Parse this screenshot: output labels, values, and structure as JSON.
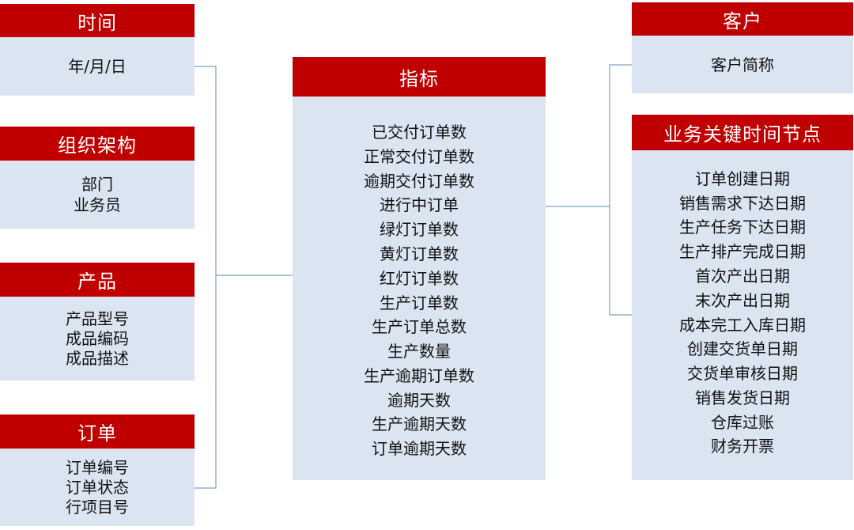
{
  "left_groups": [
    {
      "title": "时间",
      "items": [
        "年/月/日"
      ]
    },
    {
      "title": "组织架构",
      "items": [
        "部门",
        "业务员"
      ]
    },
    {
      "title": "产品",
      "items": [
        "产品型号",
        "成品编码",
        "成品描述"
      ]
    },
    {
      "title": "订单",
      "items": [
        "订单编号",
        "订单状态",
        "行项目号"
      ]
    }
  ],
  "center": {
    "title": "指标",
    "items": [
      "已交付订单数",
      "正常交付订单数",
      "逾期交付订单数",
      "进行中订单",
      "绿灯订单数",
      "黄灯订单数",
      "红灯订单数",
      "生产订单数",
      "生产订单总数",
      "生产数量",
      "生产逾期订单数",
      "逾期天数",
      "生产逾期天数",
      "订单逾期天数"
    ]
  },
  "right_groups": [
    {
      "title": "客户",
      "items": [
        "客户简称"
      ]
    },
    {
      "title": "业务关键时间节点",
      "items": [
        "订单创建日期",
        "销售需求下达日期",
        "生产任务下达日期",
        "生产排产完成日期",
        "首次产出日期",
        "末次产出日期",
        "成本完工入库日期",
        "创建交货单日期",
        "交货单审核日期",
        "销售发货日期",
        "仓库过账",
        "财务开票"
      ]
    }
  ],
  "colors": {
    "header": "#c00000",
    "body": "#dbe5f1",
    "connector": "#7f9fc3"
  }
}
